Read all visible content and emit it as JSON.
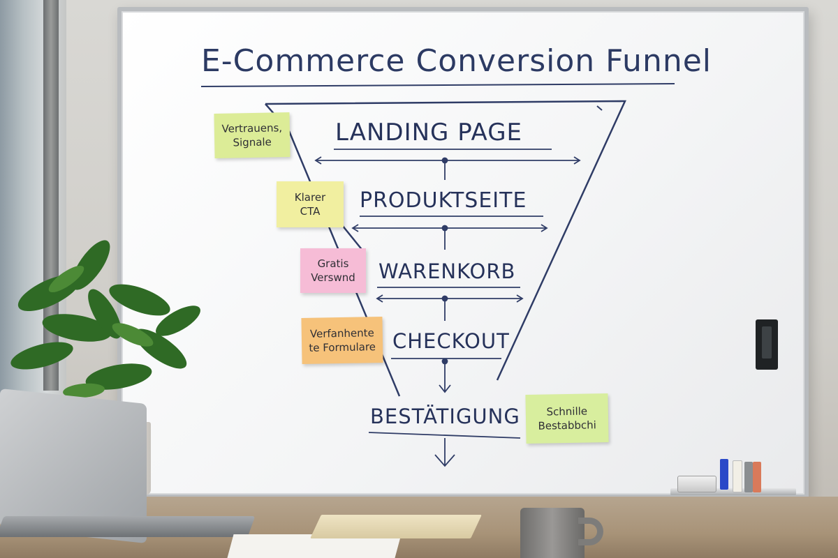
{
  "title": "E-Commerce Conversion Funnel",
  "stages": [
    {
      "label": "LANDING PAGE"
    },
    {
      "label": "PRODUKTSEITE"
    },
    {
      "label": "WARENKORB"
    },
    {
      "label": "CHECKOUT"
    },
    {
      "label": "BESTÄTIGUNG"
    }
  ],
  "notes": [
    {
      "line1": "Vertrauens,",
      "line2": "Signale",
      "color": "#dcec97"
    },
    {
      "line1": "Klarer",
      "line2": "CTA",
      "color": "#f1efa0"
    },
    {
      "line1": "Gratis",
      "line2": "Verswnd",
      "color": "#f6bcd6"
    },
    {
      "line1": "Verfanhente",
      "line2": "te Formulare",
      "color": "#f6c27a"
    },
    {
      "line1": "Schnille",
      "line2": "Bestabbchi",
      "color": "#d8ee9e"
    }
  ],
  "colors": {
    "ink": "#26325a",
    "board": "#f6f7f8"
  },
  "markers": [
    {
      "color": "#2a49c8"
    },
    {
      "color": "#f2efe6"
    },
    {
      "color": "#8a8e91"
    },
    {
      "color": "#d97a5a"
    }
  ]
}
